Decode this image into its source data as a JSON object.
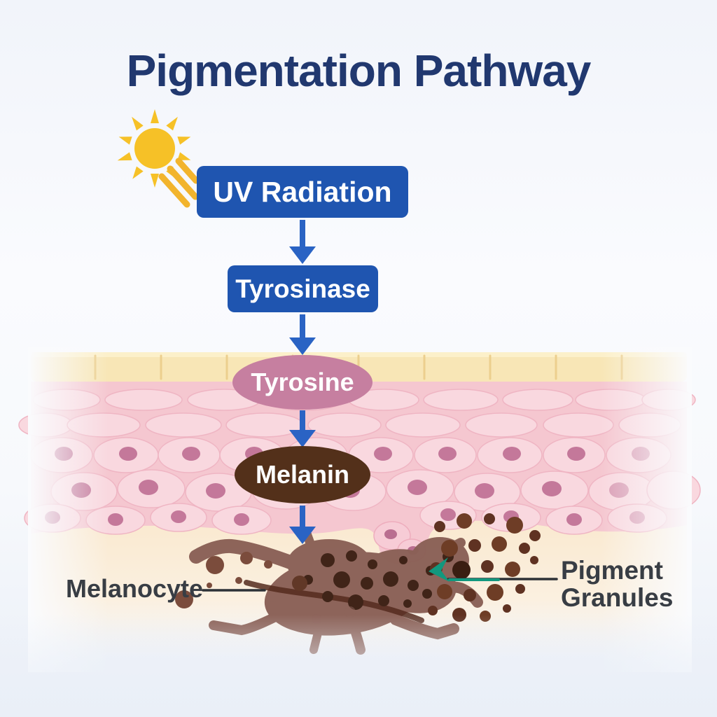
{
  "title": "Pigmentation Pathway",
  "flow": {
    "steps": [
      {
        "id": "uv-radiation",
        "label": "UV Radiation",
        "shape": "rounded-rect",
        "color": "#1f55b0"
      },
      {
        "id": "tyrosinase",
        "label": "Tyrosinase",
        "shape": "rounded-rect",
        "color": "#1f55b0"
      },
      {
        "id": "tyrosine",
        "label": "Tyrosine",
        "shape": "ellipse",
        "color": "#c67fa0"
      },
      {
        "id": "melanin",
        "label": "Melanin",
        "shape": "ellipse",
        "color": "#53301a"
      }
    ],
    "arrow_color": "#2a63c4"
  },
  "annotations": {
    "melanocyte": {
      "label": "Melanocyte"
    },
    "pigment_granules": {
      "label_line1": "Pigment",
      "label_line2": "Granules"
    }
  },
  "icons": [
    {
      "name": "sun-icon",
      "meaning": "sunlight source of UV radiation"
    },
    {
      "name": "uv-beams-icon",
      "meaning": "UV rays travelling toward skin"
    },
    {
      "name": "transfer-arrow-icon",
      "meaning": "teal arrow marking pigment granule transfer"
    }
  ],
  "theme": {
    "navy": "#21386f",
    "box_blue": "#1f55b0",
    "arrow_blue": "#2a63c4",
    "sun_yellow": "#f6c127",
    "beam_yellow": "#f2b42d",
    "tyrosine_pink": "#c67fa0",
    "melanin_brown": "#53301a",
    "label_gray": "#383d44",
    "pointer_dark": "#2c3136",
    "teal": "#12987e",
    "skin_cream_band": "#f8e6b6",
    "skin_pink": "#f5c7d0",
    "cell_fill": "#f9d8df",
    "cell_stroke": "#efb5c3",
    "nucleus_pink": "#c4789a",
    "dermis_cream": "#f9e8cd",
    "melanocyte_body": "#8a6056",
    "granule_dark": "#3a1e12",
    "granule_brown": "#5f3222"
  }
}
